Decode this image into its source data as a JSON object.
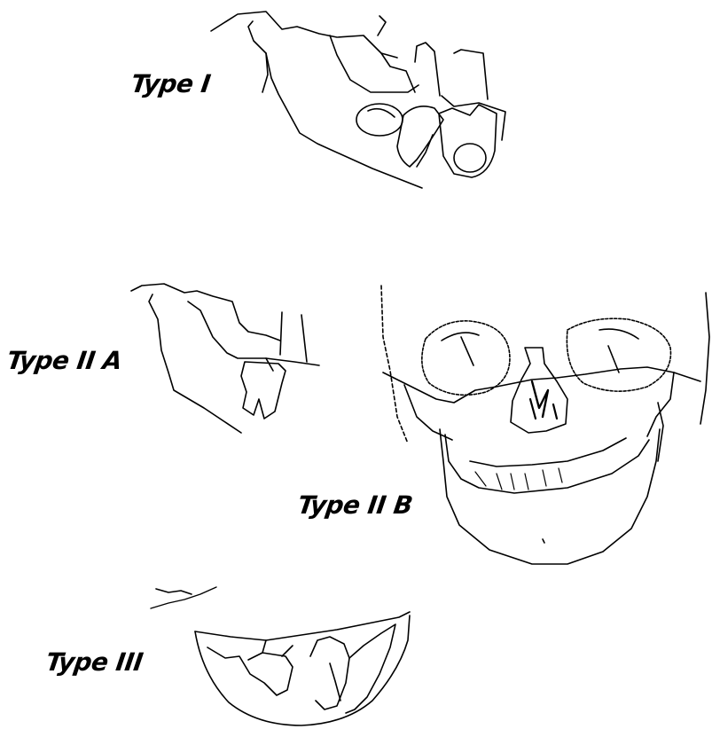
{
  "labels": {
    "type_1": "Type I",
    "type_2a": "Type II A",
    "type_2b": "Type II B",
    "type_3": "Type III"
  },
  "colors": {
    "ink": "#000000",
    "paper": "#ffffff"
  },
  "figures": [
    {
      "name": "mandible-type-1",
      "view": "lateral"
    },
    {
      "name": "mandible-type-2a",
      "view": "lateral"
    },
    {
      "name": "skull-type-2b",
      "view": "frontal"
    },
    {
      "name": "mandible-type-3",
      "view": "lateral"
    }
  ]
}
